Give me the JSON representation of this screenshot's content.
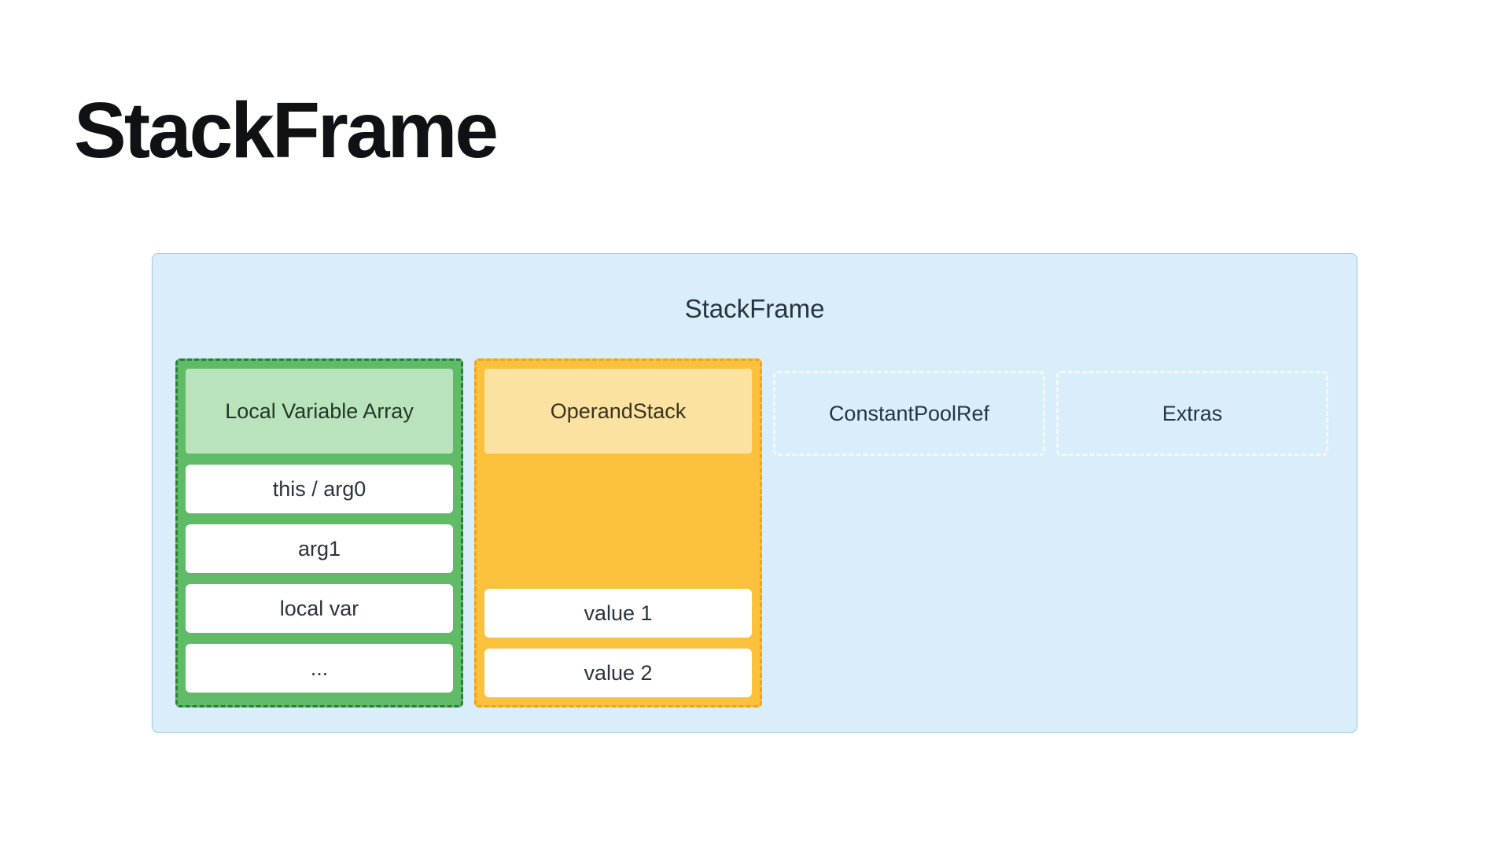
{
  "page": {
    "heading": "StackFrame"
  },
  "frame": {
    "title": "StackFrame",
    "columns": [
      {
        "id": "local-variable-array",
        "kind": "filled",
        "theme": "green",
        "header": "Local Variable Array",
        "rows": [
          "this / arg0",
          "arg1",
          "local var",
          "..."
        ]
      },
      {
        "id": "operand-stack",
        "kind": "filled",
        "theme": "amber",
        "header": "OperandStack",
        "rows": [
          "value 1",
          "value 2"
        ]
      },
      {
        "id": "constant-pool-ref",
        "kind": "ghost",
        "header": "ConstantPoolRef"
      },
      {
        "id": "extras",
        "kind": "ghost",
        "header": "Extras"
      }
    ],
    "colors": {
      "page-bg": "#ffffff",
      "heading": "#0f1115",
      "frame-bg": "#d9edfb",
      "frame-border": "#a5cade",
      "text": "#2a3340",
      "green-fill": "#5fbb66",
      "green-border": "#2f7a3d",
      "green-header": "#b9e3bb",
      "green-header-text": "#1e3a28",
      "amber-fill": "#fbc13c",
      "amber-border": "#e8a51f",
      "amber-header": "#fce2a0",
      "amber-header-text": "#3a3322",
      "row-bg": "#ffffff",
      "ghost-border": "#f2f9fd"
    }
  }
}
